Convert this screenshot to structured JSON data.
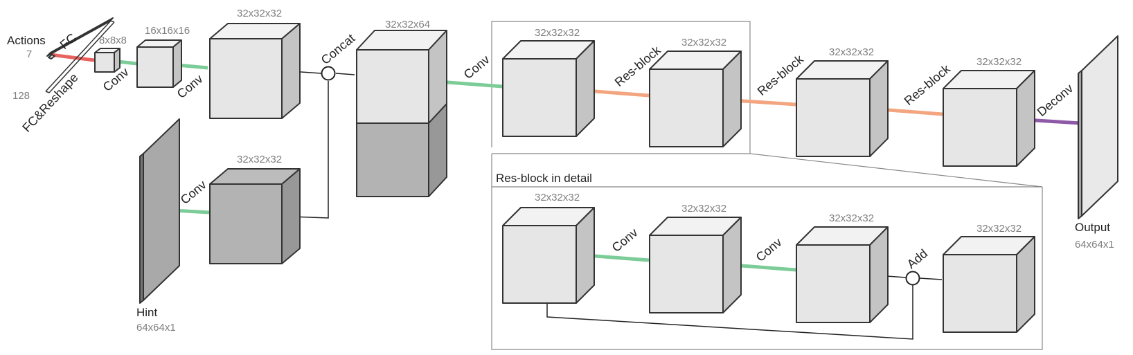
{
  "inputs": {
    "actions_label": "Actions",
    "actions_dim": "7",
    "noise_dim": "128",
    "fc_label": "FC",
    "fc_reshape_label": "FC&Reshape",
    "hint_label": "Hint",
    "hint_dim": "64x64x1"
  },
  "main": {
    "cube_8": "8x8x8",
    "cube_16": "16x16x16",
    "cube_32_top": "32x32x32",
    "cube_32_hint": "32x32x32",
    "concat_cube": "32x32x64",
    "res_cube_1": "32x32x32",
    "res_cube_2": "32x32x32",
    "res_cube_3": "32x32x32",
    "res_cube_4": "32x32x32",
    "output_label": "Output",
    "output_dim": "64x64x1"
  },
  "edges": {
    "conv_1": "Conv",
    "conv_2": "Conv",
    "conv_hint": "Conv",
    "concat": "Concat",
    "conv_3": "Conv",
    "resblock_1": "Res-block",
    "resblock_2": "Res-block",
    "resblock_3": "Res-block",
    "deconv": "Deconv"
  },
  "detail": {
    "title": "Res-block in detail",
    "cube_a": "32x32x32",
    "cube_b": "32x32x32",
    "cube_c": "32x32x32",
    "cube_d": "32x32x32",
    "conv_a": "Conv",
    "conv_b": "Conv",
    "add": "Add"
  },
  "colors": {
    "fc": "#e8625f",
    "conv": "#7ccc98",
    "resblock": "#f2a57f",
    "deconv": "#8e5aa8",
    "cube_light": "#e6e6e6",
    "cube_dark": "#b3b3b3"
  }
}
